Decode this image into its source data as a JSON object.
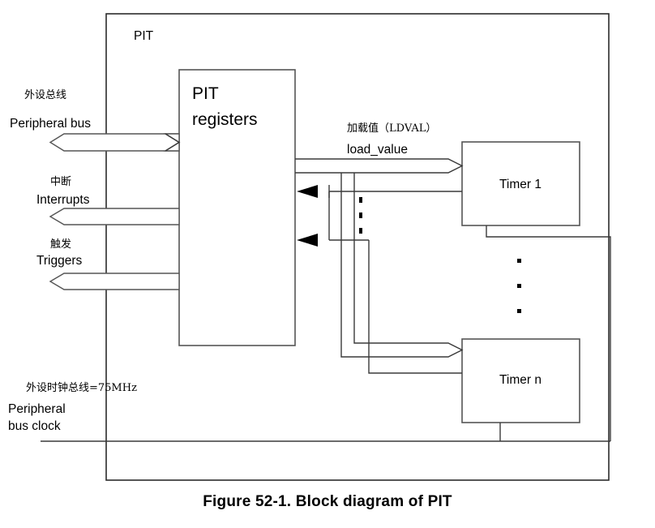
{
  "figure": {
    "caption": "Figure 52-1. Block diagram of PIT",
    "outer_block_label": "PIT"
  },
  "blocks": {
    "registers": {
      "line1": "PIT",
      "line2": "registers"
    },
    "timer_first": "Timer 1",
    "timer_last": "Timer n"
  },
  "signals": {
    "peripheral_bus": {
      "cn": "外设总线",
      "en": "Peripheral bus",
      "direction": "bidirectional"
    },
    "interrupts": {
      "cn": "中断",
      "en": "Interrupts",
      "direction": "out"
    },
    "triggers": {
      "cn": "触发",
      "en": "Triggers",
      "direction": "out"
    },
    "peripheral_bus_clock": {
      "cn": "外设时钟总线=75MHz",
      "en_line1": "Peripheral",
      "en_line2": "bus clock",
      "direction": "in"
    },
    "load_value": {
      "cn": "加载值（LDVAL）",
      "en": "load_value",
      "direction": "out"
    }
  },
  "ellipsis": {
    "vertical_dots_glyph": "•",
    "count_between_timers": 3,
    "count_on_bus": 3
  },
  "colors": {
    "line": "#3a3a3a",
    "box_stroke": "#555555",
    "outer_stroke": "#2b2b2b",
    "text": "#000000",
    "background": "#ffffff"
  }
}
